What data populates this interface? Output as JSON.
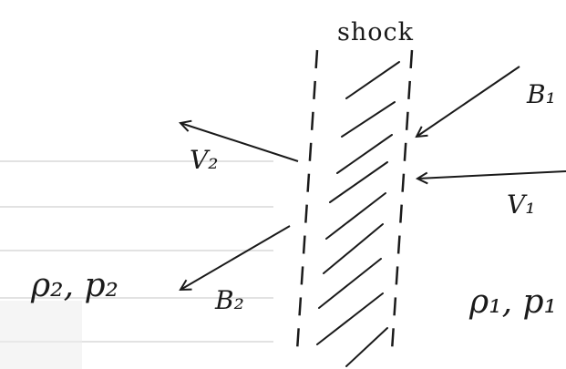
{
  "diagram": {
    "shock_label": "shock",
    "upstream_field_label": "B₁",
    "upstream_velocity_label": "V₁",
    "downstream_field_label": "B₂",
    "downstream_velocity_label": "V₂",
    "downstream_state_label": "ρ₂, p₂",
    "upstream_state_label": "ρ₁, p₁",
    "ink_color": "#1a1a1a",
    "paper_color": "#ffffff",
    "ruled_line_color": "#d9d9d9"
  }
}
